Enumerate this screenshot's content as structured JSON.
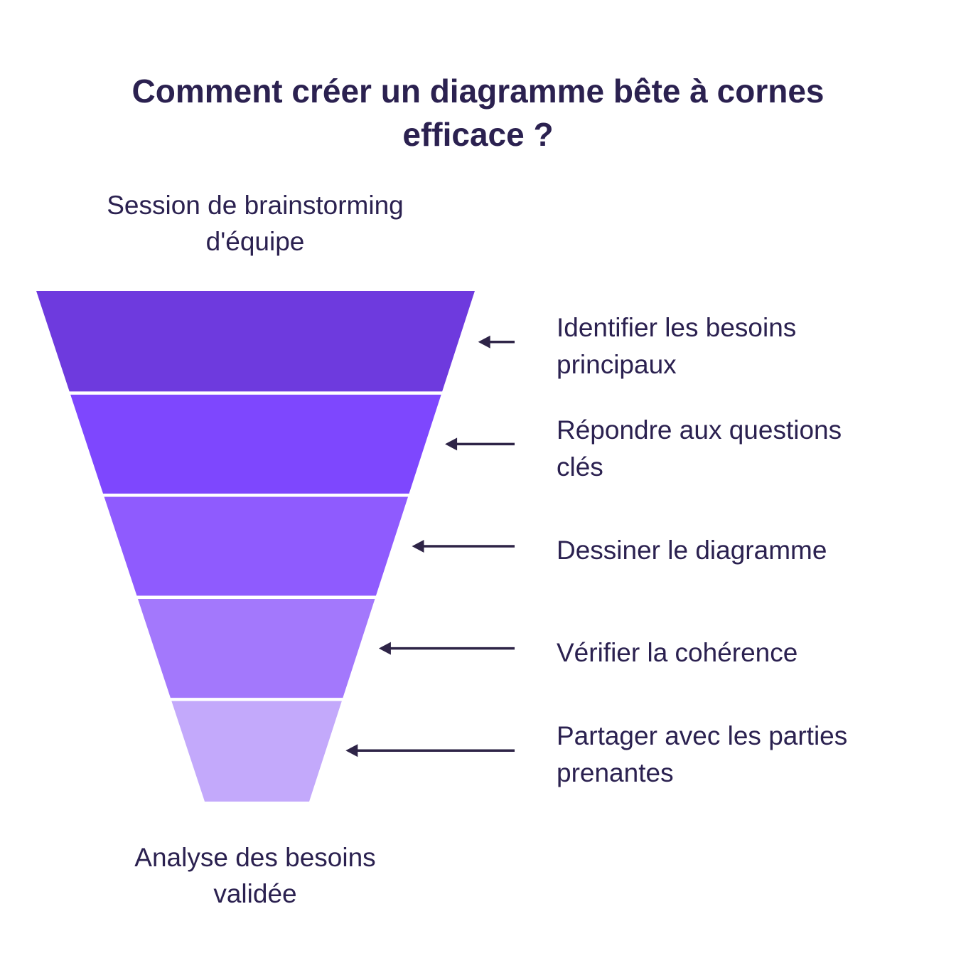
{
  "title": "Comment créer un diagramme bête à cornes\nefficace ?",
  "colors": {
    "background": "#ffffff",
    "text": "#2b2150",
    "arrow": "#2e2447"
  },
  "funnel": {
    "top_label": "Session de brainstorming\nd'équipe",
    "bottom_label": "Analyse des besoins\nvalidée",
    "steps": [
      {
        "label": "Identifier les besoins\nprincipaux",
        "color": "#6e3ade"
      },
      {
        "label": "Répondre aux questions\nclés",
        "color": "#7e47fe"
      },
      {
        "label": "Dessiner le diagramme",
        "color": "#8f5bfe"
      },
      {
        "label": "Vérifier la cohérence",
        "color": "#a378fc"
      },
      {
        "label": "Partager avec les parties\nprenantes",
        "color": "#c3a9fb"
      }
    ]
  }
}
